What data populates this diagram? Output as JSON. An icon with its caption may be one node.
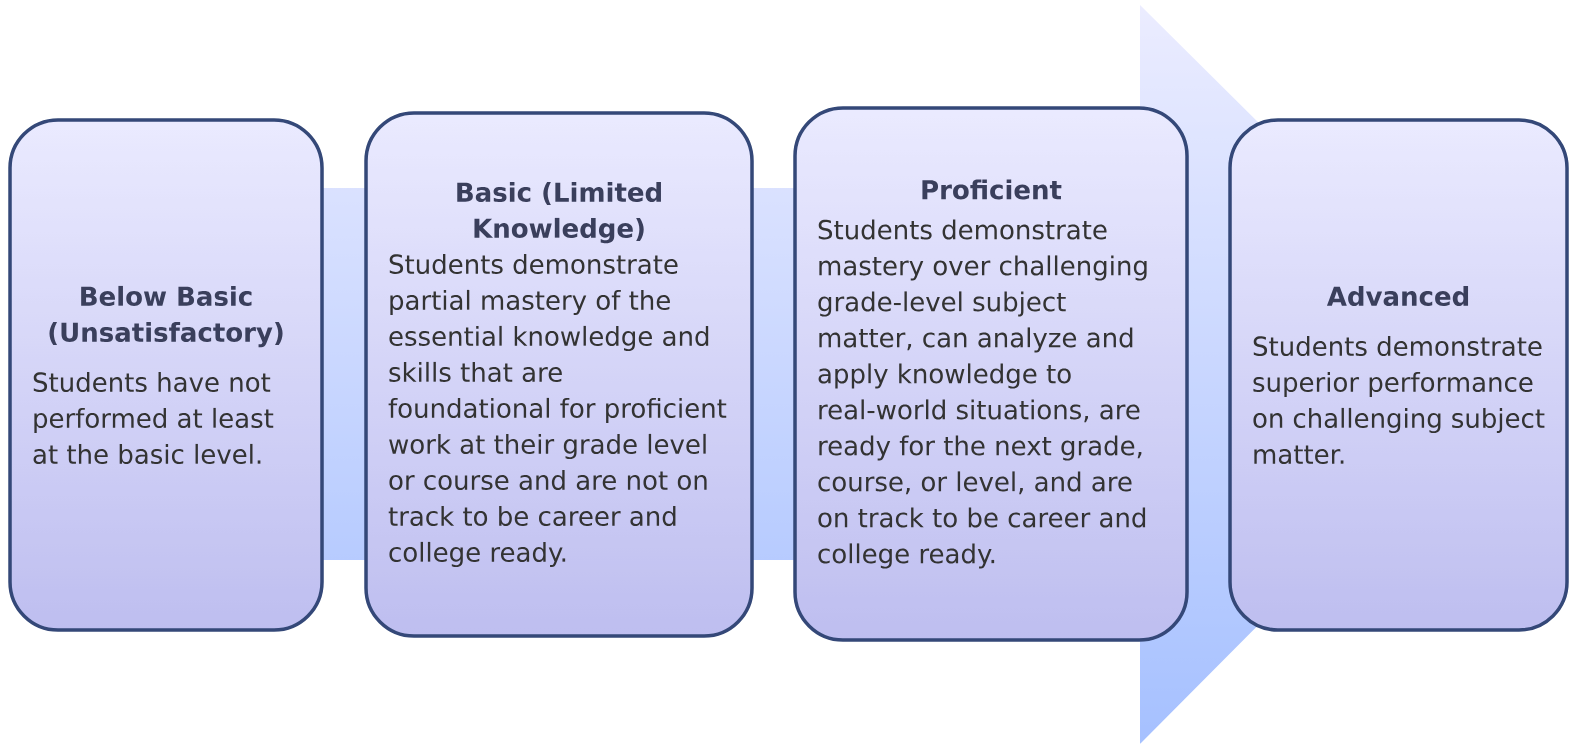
{
  "diagram": {
    "nodes": [
      {
        "text": [
          "Below Basic (Unsatisfactory)",
          "Students have not performed at least at the basic level."
        ]
      },
      {
        "text": [
          "Basic (Limited Knowledge)",
          "Students demonstrate partial mastery of the essential knowledge and skills that are foundational for proficient work at their grade level or course and are not on track to be career and college ready."
        ]
      },
      {
        "text": [
          "Proficient",
          "Students demonstrate mastery over challenging grade-level subject matter, can analyze and apply knowledge to real-world situations, are ready for the next grade, course, or level, and are on track to be career and college ready."
        ]
      },
      {
        "text": [
          "Advanced",
          "Students demonstrate superior performance on challenging subject matter."
        ]
      }
    ]
  }
}
